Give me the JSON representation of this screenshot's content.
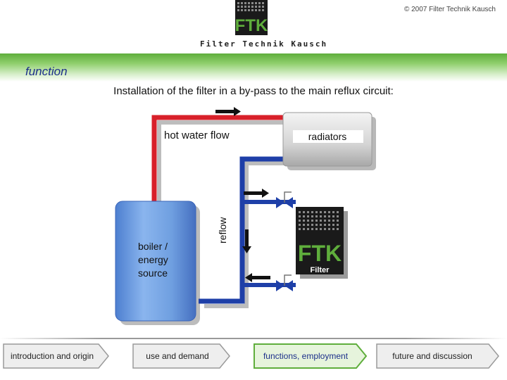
{
  "header": {
    "copyright": "© 2007 Filter Technik Kausch",
    "logo_mark": "FTK",
    "logo_name": "Filter Technik Kausch"
  },
  "page": {
    "section_title": "function",
    "subtitle": "Installation of the filter in a by-pass to the main reflux circuit:"
  },
  "diagram": {
    "hot_water_label": "hot water flow",
    "radiators_label": "radiators",
    "reflow_label": "reflow",
    "boiler_label_line1": "boiler /",
    "boiler_label_line2": "energy",
    "boiler_label_line3": "source",
    "filter_mark": "FTK",
    "filter_label": "Filter",
    "colors": {
      "hot_pipe": "#d8202a",
      "cold_pipe": "#1e3fa8",
      "boiler": "#6f9fe0",
      "accent_green": "#5fae3c"
    }
  },
  "nav": {
    "items": [
      {
        "label": "introduction and origin"
      },
      {
        "label": "use and demand"
      },
      {
        "label": "functions, employment"
      },
      {
        "label": "future and discussion"
      }
    ],
    "active_index": 2
  }
}
